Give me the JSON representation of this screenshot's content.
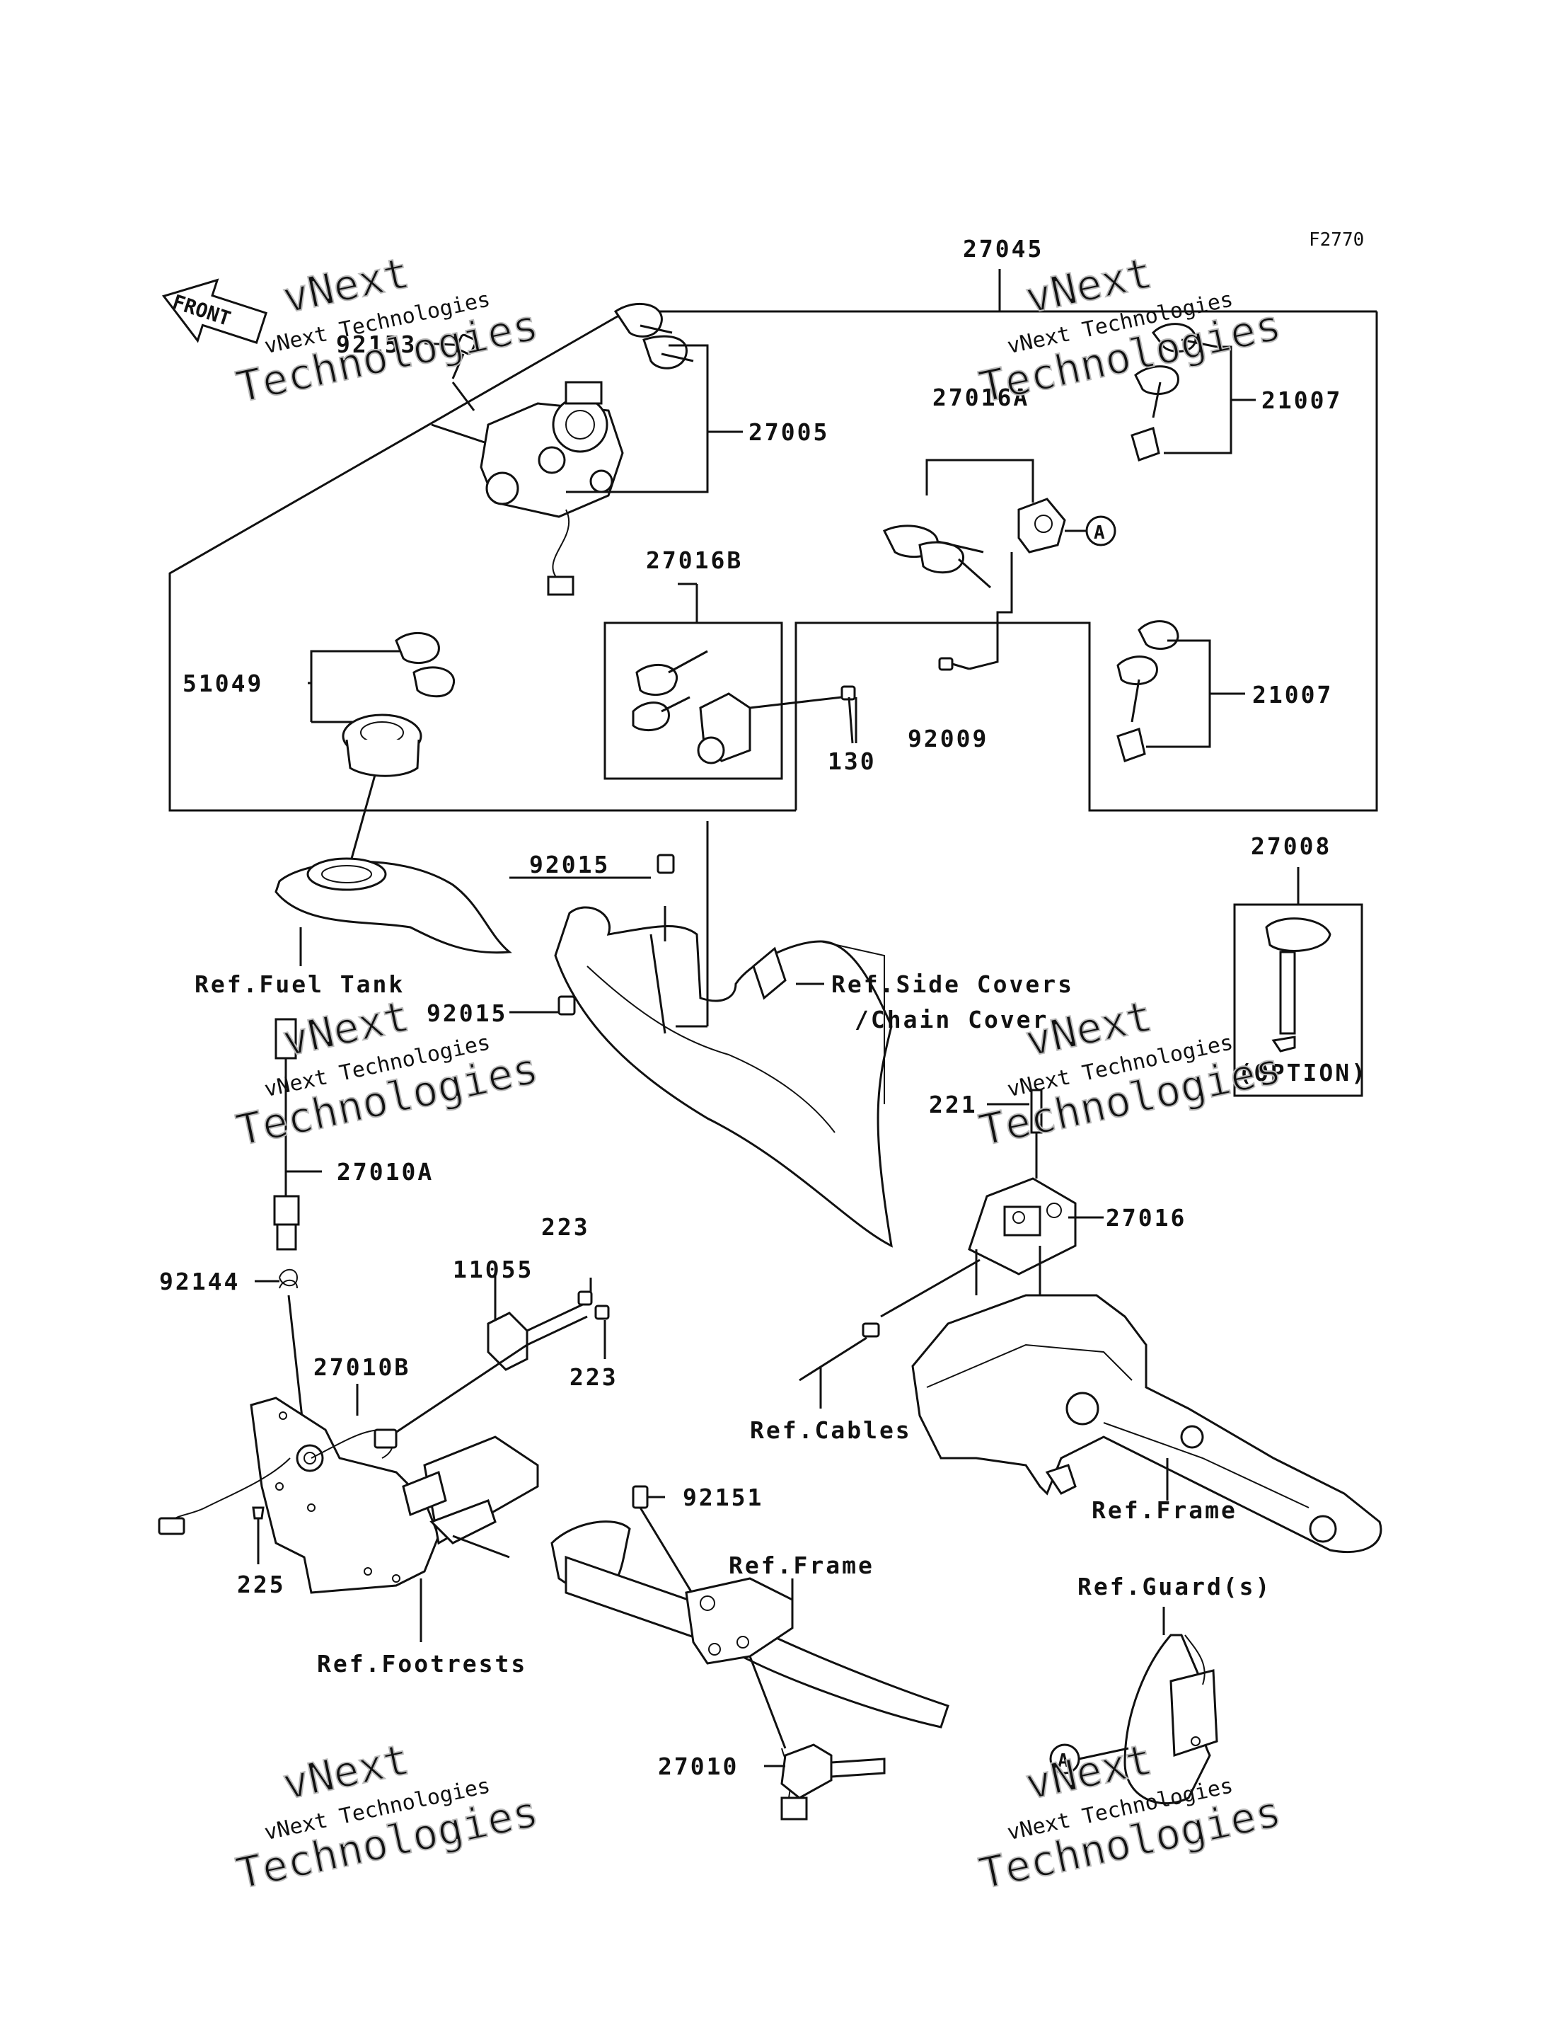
{
  "figure_code": "F2770",
  "front_label": "FRONT",
  "callout_A": "A",
  "watermark": {
    "line1": "vNext",
    "line2": "vNext Technologies",
    "line3": "Technologies"
  },
  "parts": {
    "p27045": "27045",
    "p92153": "92153",
    "p27005": "27005",
    "p27016A": "27016A",
    "p21007a": "21007",
    "p21007b": "21007",
    "p27016B": "27016B",
    "p51049": "51049",
    "p130": "130",
    "p92009": "92009",
    "p27008": "27008",
    "p92015a": "92015",
    "p92015b": "92015",
    "p27010A": "27010A",
    "p221": "221",
    "p27016": "27016",
    "p223a": "223",
    "p11055": "11055",
    "p223b": "223",
    "p92144": "92144",
    "p27010B": "27010B",
    "p225": "225",
    "p92151": "92151",
    "p27010": "27010"
  },
  "references": {
    "fuel_tank": "Ref.Fuel Tank",
    "side_covers": "Ref.Side Covers",
    "chain_cover": "/Chain Cover",
    "cables": "Ref.Cables",
    "frame_right": "Ref.Frame",
    "frame_center": "Ref.Frame",
    "guards": "Ref.Guard(s)",
    "footrests": "Ref.Footrests",
    "option": "(OPTION)"
  }
}
